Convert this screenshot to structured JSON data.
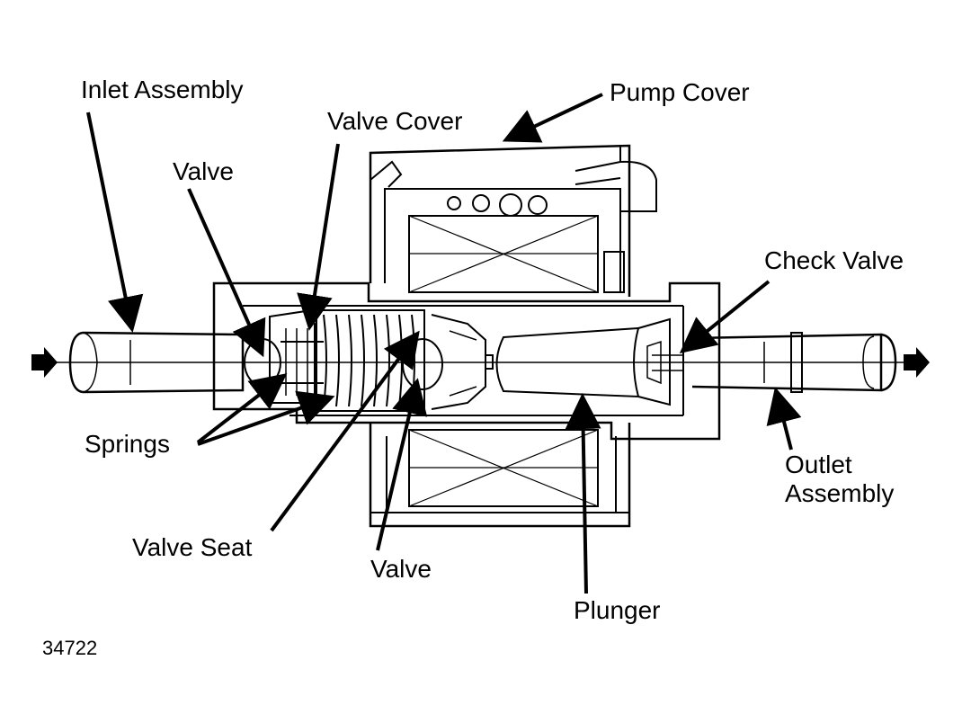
{
  "labels": {
    "inlet_assembly": "Inlet Assembly",
    "pump_cover": "Pump Cover",
    "valve_cover": "Valve Cover",
    "valve_upper": "Valve",
    "check_valve": "Check Valve",
    "springs": "Springs",
    "outlet_line1": "Outlet",
    "outlet_line2": "Assembly",
    "valve_seat": "Valve Seat",
    "valve_lower": "Valve",
    "plunger": "Plunger"
  },
  "figure_number": "34722",
  "colors": {
    "ink": "#000000",
    "paper": "#ffffff"
  }
}
